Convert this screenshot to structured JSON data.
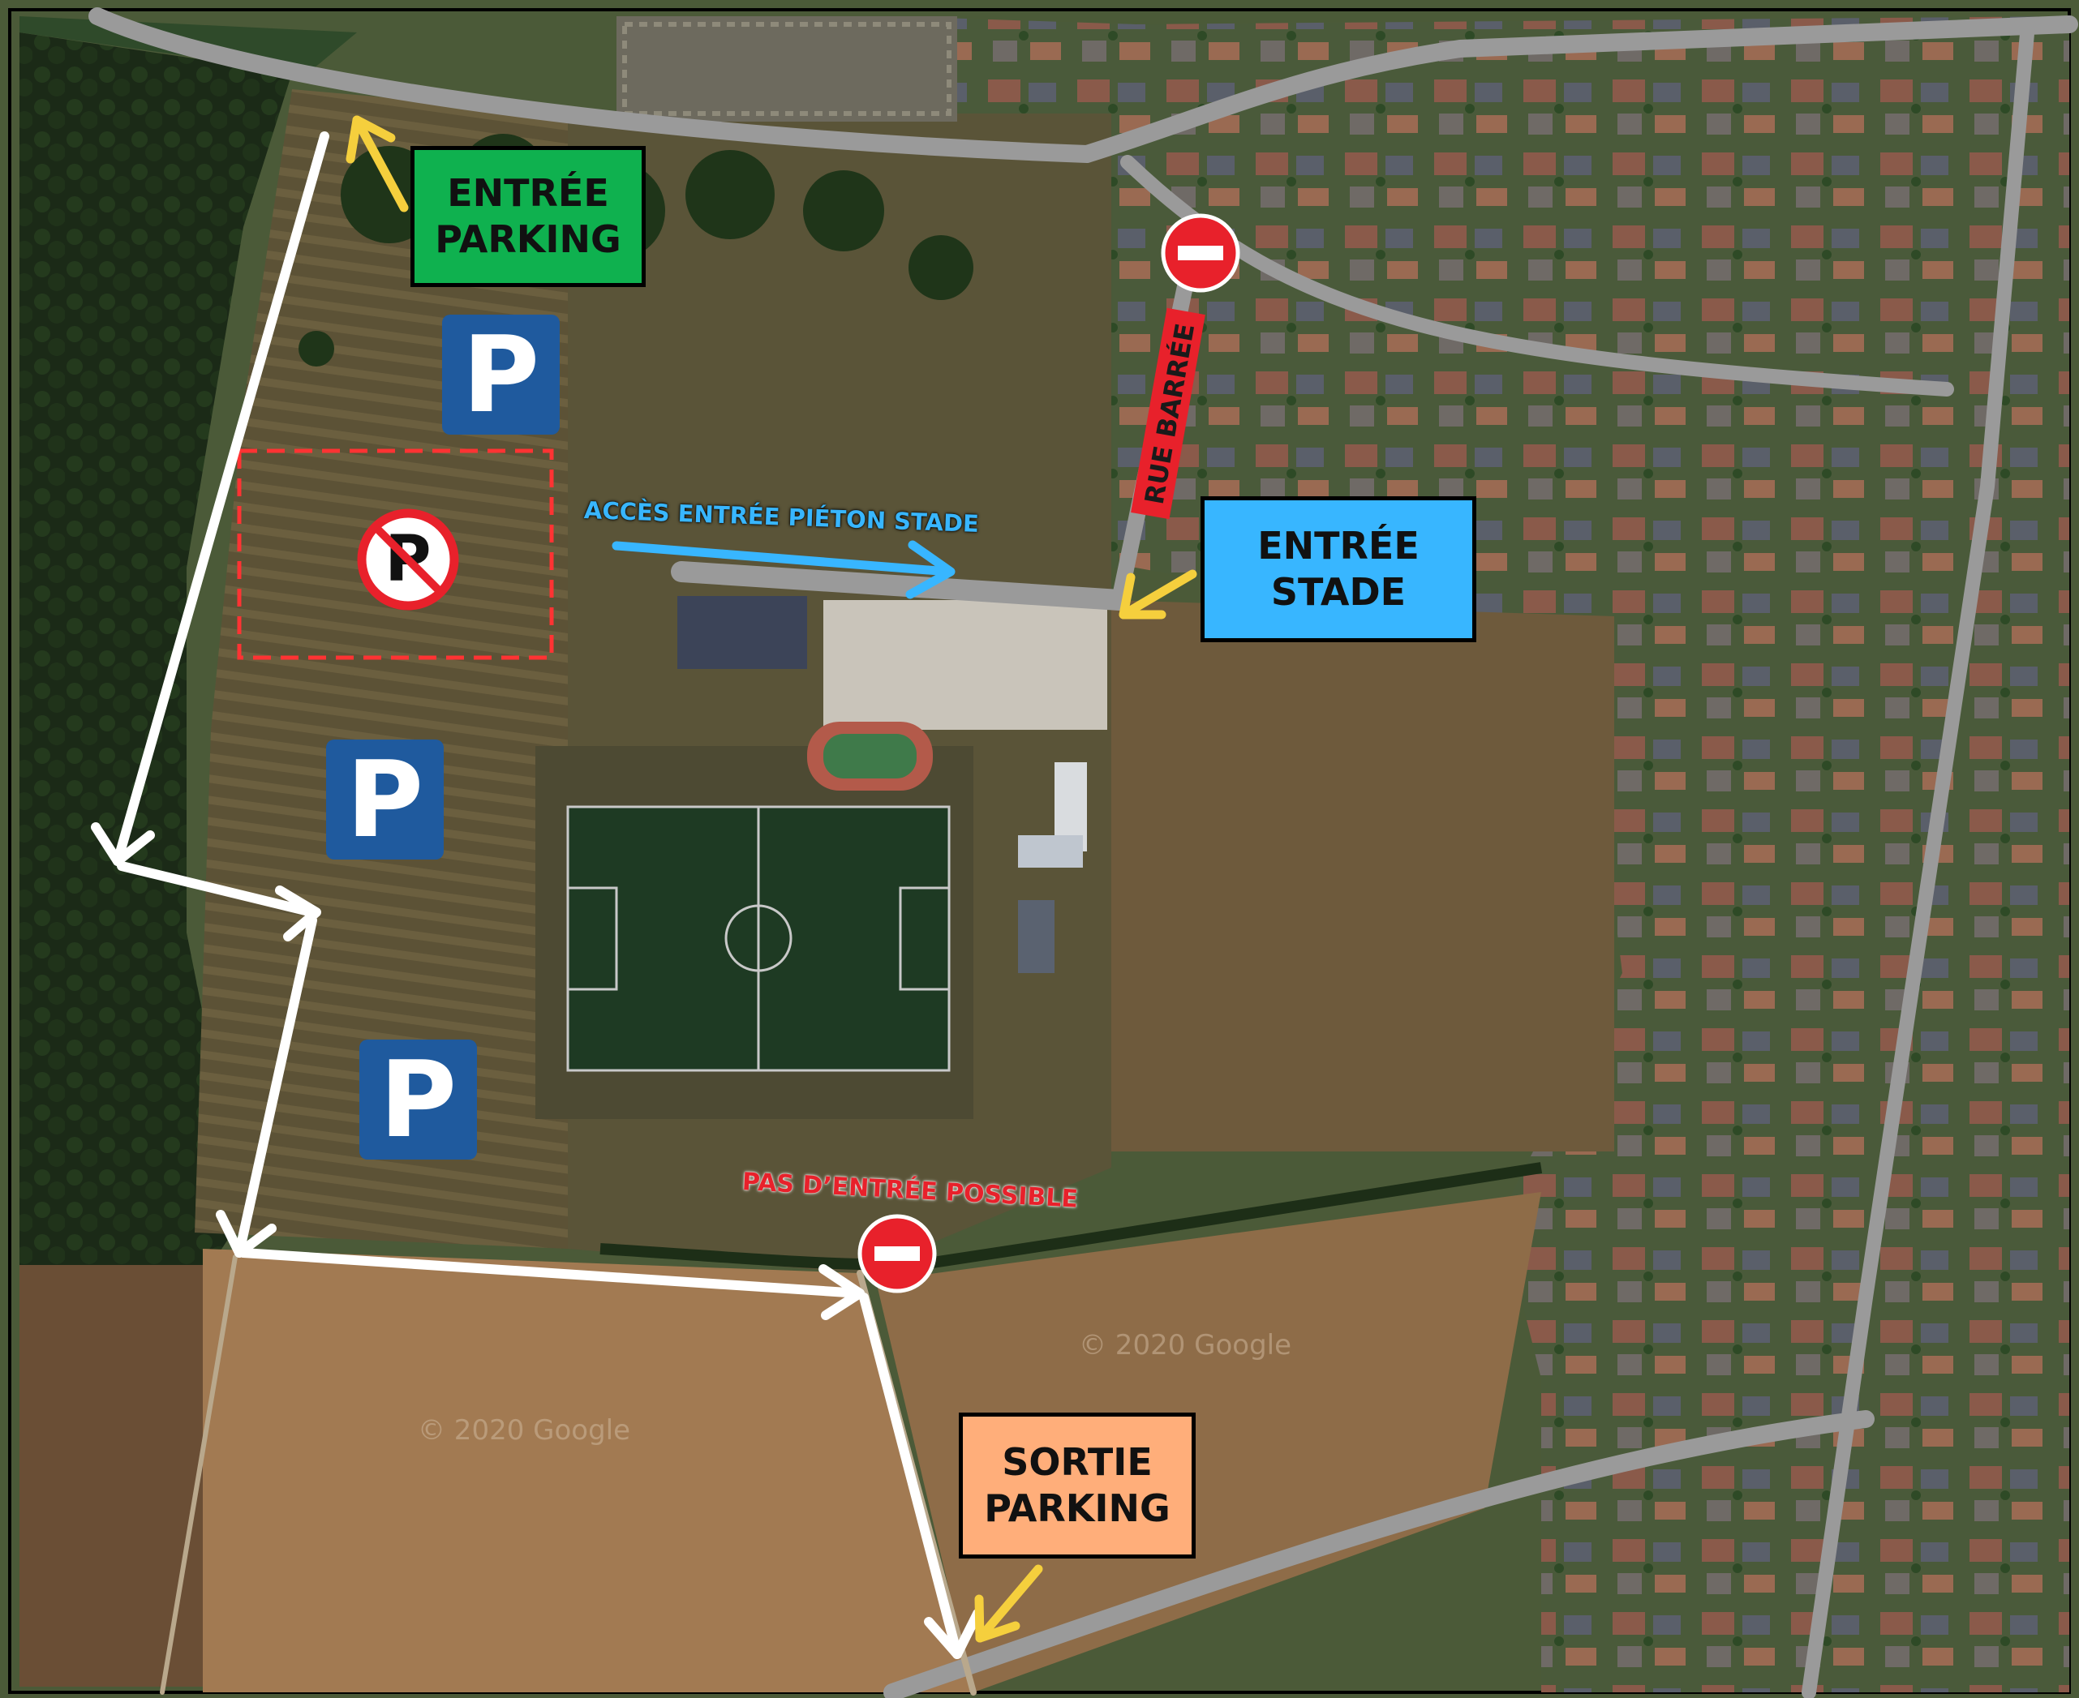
{
  "map": {
    "labels": {
      "entree_parking": "ENTRÉE\nPARKING",
      "entree_stade": "ENTRÉE\nSTADE",
      "sortie_parking": "SORTIE\nPARKING",
      "acces_pieton": "ACCÈS ENTRÉE PIÉTON STADE",
      "rue_barree": "RUE BARRÉE",
      "pas_entree": "PAS D’ENTRÉE POSSIBLE",
      "parking_symbol": "P",
      "google_watermark": "© 2020 Google"
    },
    "colors": {
      "entree_parking_bg": "#0fb14f",
      "entree_stade_bg": "#38b6ff",
      "sortie_parking_bg": "#ffae7a",
      "parking_sign_bg": "#1f5a9e",
      "pedestrian_arrow": "#38b6ff",
      "route_arrow": "#ffffff",
      "pointer_arrow": "#f5cf3d",
      "no_entry": "#e8212b",
      "no_parking_zone": "#ff3333",
      "road": "#9a9a9a",
      "grass_dark": "#1c2d17",
      "field_brown": "#8a6e4c",
      "pitch": "#1e3a23"
    },
    "icons": [
      "parking-sign-icon",
      "no-parking-icon",
      "no-entry-icon",
      "route-arrow-icon",
      "pointer-arrow-icon"
    ]
  }
}
